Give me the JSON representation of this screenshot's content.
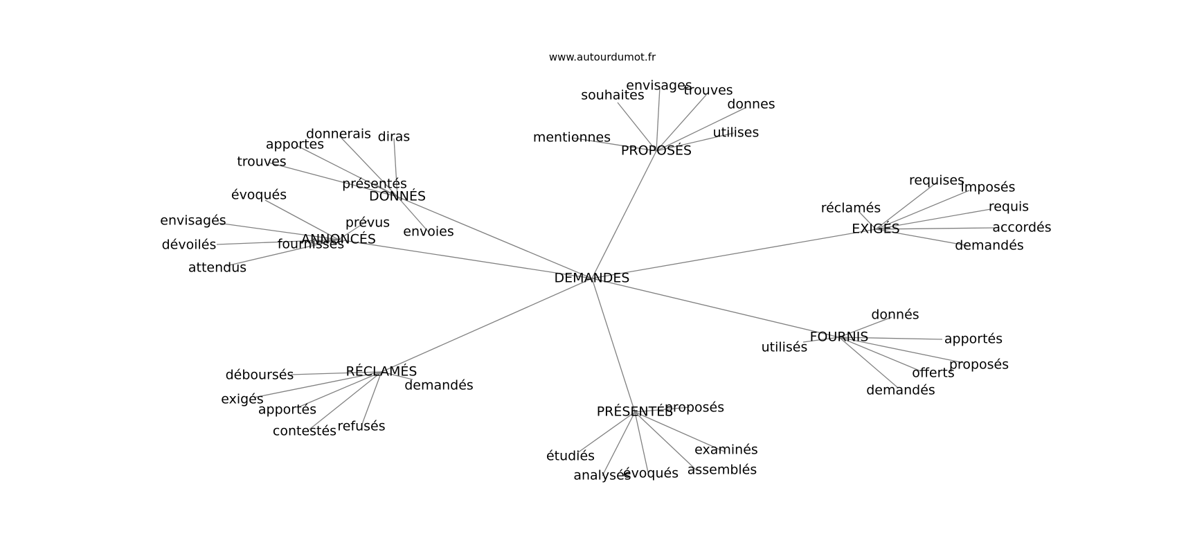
{
  "source": "www.autourdumot.fr",
  "center": "DEMANDES",
  "hubs": [
    {
      "id": "proposes",
      "label": "PROPOSÉS",
      "leaves": [
        "souhaites",
        "envisages",
        "trouves",
        "donnes",
        "utilises",
        "mentionnes"
      ]
    },
    {
      "id": "exiges",
      "label": "EXIGÉS",
      "leaves": [
        "requises",
        "imposés",
        "requis",
        "accordés",
        "demandés",
        "réclamés"
      ]
    },
    {
      "id": "fournis",
      "label": "FOURNIS",
      "leaves": [
        "donnés",
        "apportés",
        "proposés",
        "offerts",
        "demandés",
        "utilisés"
      ]
    },
    {
      "id": "presentes",
      "label": "PRÉSENTÉS",
      "leaves": [
        "proposés",
        "examinés",
        "assemblés",
        "évoqués",
        "analysés",
        "étudiés"
      ]
    },
    {
      "id": "reclames",
      "label": "RÉCLAMÉS",
      "leaves": [
        "déboursés",
        "demandés",
        "exigés",
        "apportés",
        "contestés",
        "refusés"
      ]
    },
    {
      "id": "annonces",
      "label": "ANNONCÉS",
      "leaves": [
        "évoqués",
        "envisagés",
        "dévoilés",
        "attendus",
        "fournisses",
        "prévus"
      ]
    },
    {
      "id": "donnes",
      "label": "DONNÉS",
      "leaves": [
        "donnerais",
        "diras",
        "apportes",
        "trouves",
        "présentés",
        "envoies"
      ]
    }
  ]
}
